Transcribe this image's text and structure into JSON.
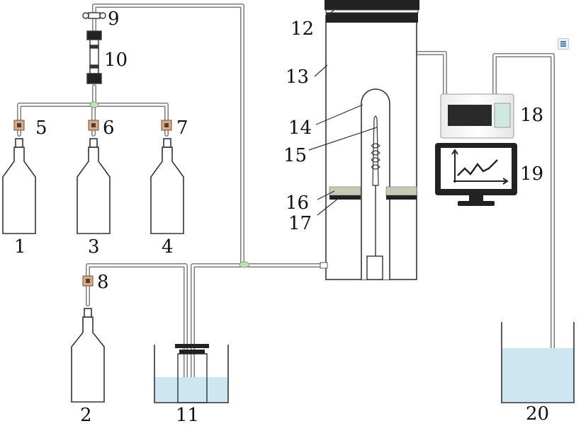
{
  "labels": {
    "n1": "1",
    "n2": "2",
    "n3": "3",
    "n4": "4",
    "n5": "5",
    "n6": "6",
    "n7": "7",
    "n8": "8",
    "n9": "9",
    "n10": "10",
    "n11": "11",
    "n12": "12",
    "n13": "13",
    "n14": "14",
    "n15": "15",
    "n16": "16",
    "n17": "17",
    "n18": "18",
    "n19": "19",
    "n20": "20"
  },
  "colors": {
    "line": "#333333",
    "tube": "#8a8a8a",
    "water": "#cde6f1",
    "valve": "#e8a77a",
    "display": "#2a2a2a",
    "accent": "#3a78c2"
  },
  "icons": {
    "menu": "menu-icon"
  }
}
